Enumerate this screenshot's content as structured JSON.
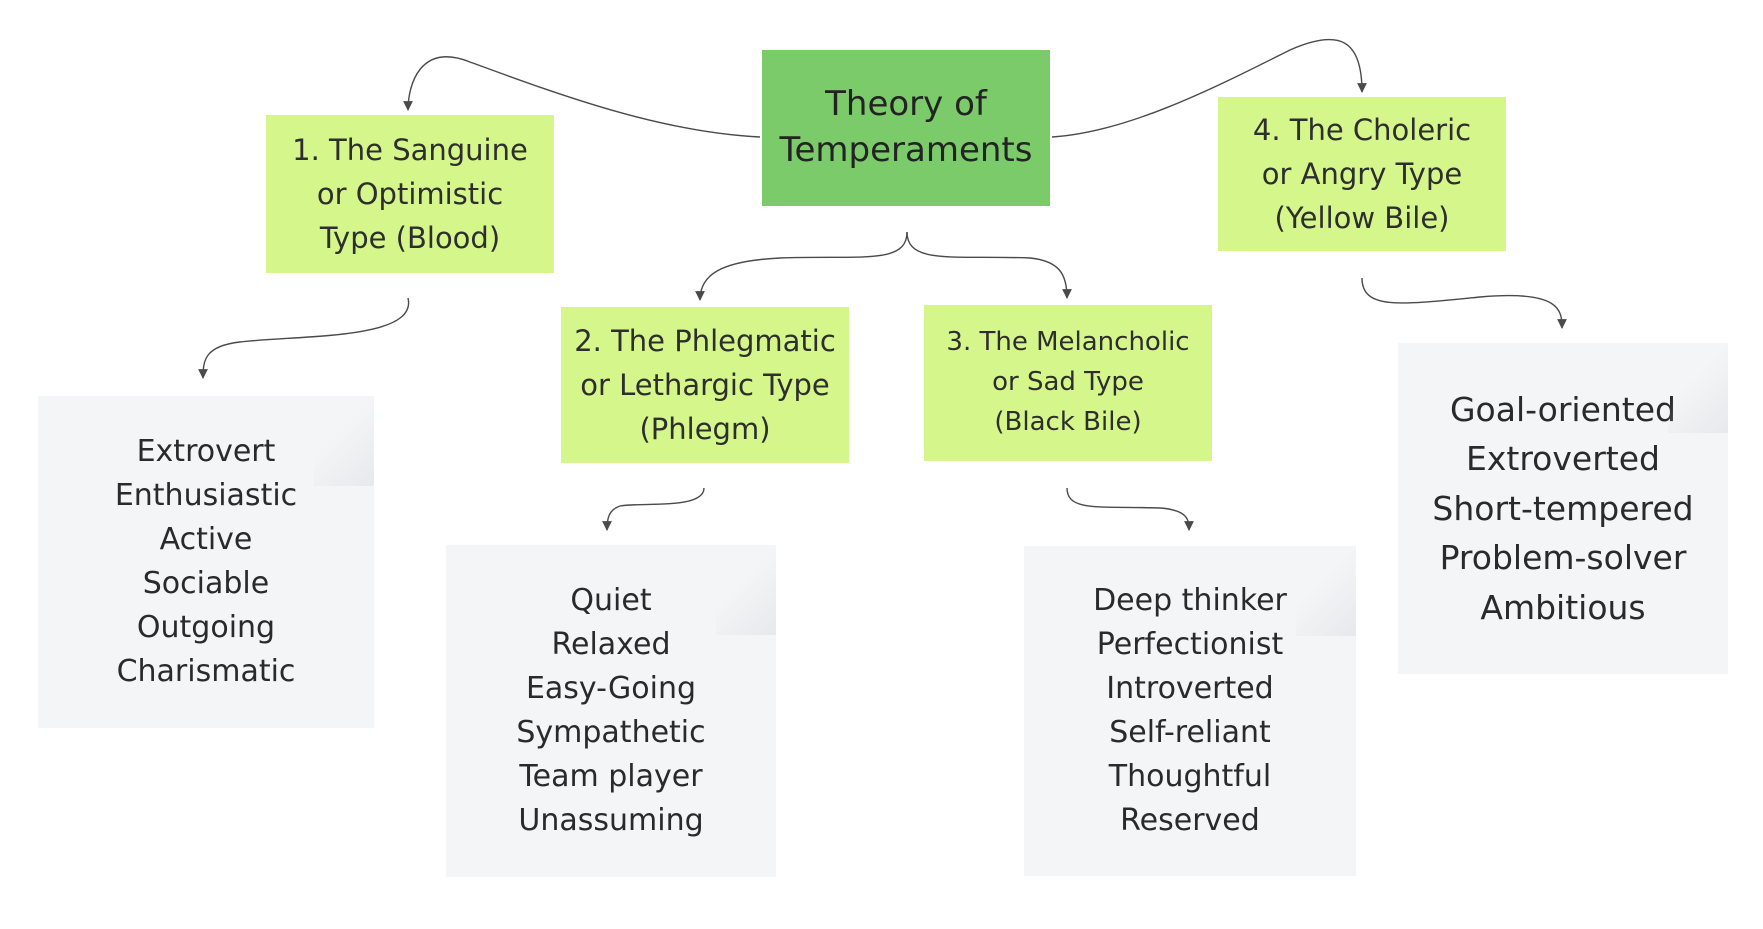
{
  "center": {
    "lines": [
      "Theory of",
      "Temperaments"
    ]
  },
  "types": [
    {
      "lines": [
        "1. The Sanguine",
        "or Optimistic",
        "Type (Blood)"
      ]
    },
    {
      "lines": [
        "2. The Phlegmatic",
        "or Lethargic Type",
        "(Phlegm)"
      ]
    },
    {
      "lines": [
        "3. The Melancholic",
        "or Sad Type",
        "(Black Bile)"
      ]
    },
    {
      "lines": [
        "4. The Choleric",
        "or Angry Type",
        "(Yellow Bile)"
      ]
    }
  ],
  "traits": [
    {
      "items": [
        "Extrovert",
        "Enthusiastic",
        "Active",
        "Sociable",
        "Outgoing",
        "Charismatic"
      ]
    },
    {
      "items": [
        "Quiet",
        "Relaxed",
        "Easy-Going",
        "Sympathetic",
        "Team player",
        "Unassuming"
      ]
    },
    {
      "items": [
        "Deep thinker",
        "Perfectionist",
        "Introverted",
        "Self-reliant",
        "Thoughtful",
        "Reserved"
      ]
    },
    {
      "items": [
        "Goal-oriented",
        "Extroverted",
        "Short-tempered",
        "Problem-solver",
        "Ambitious"
      ]
    }
  ],
  "colors": {
    "center": "#7ccb6a",
    "type": "#d5f68a",
    "traits": "#f4f5f7",
    "connector": "#4a4a4a"
  }
}
